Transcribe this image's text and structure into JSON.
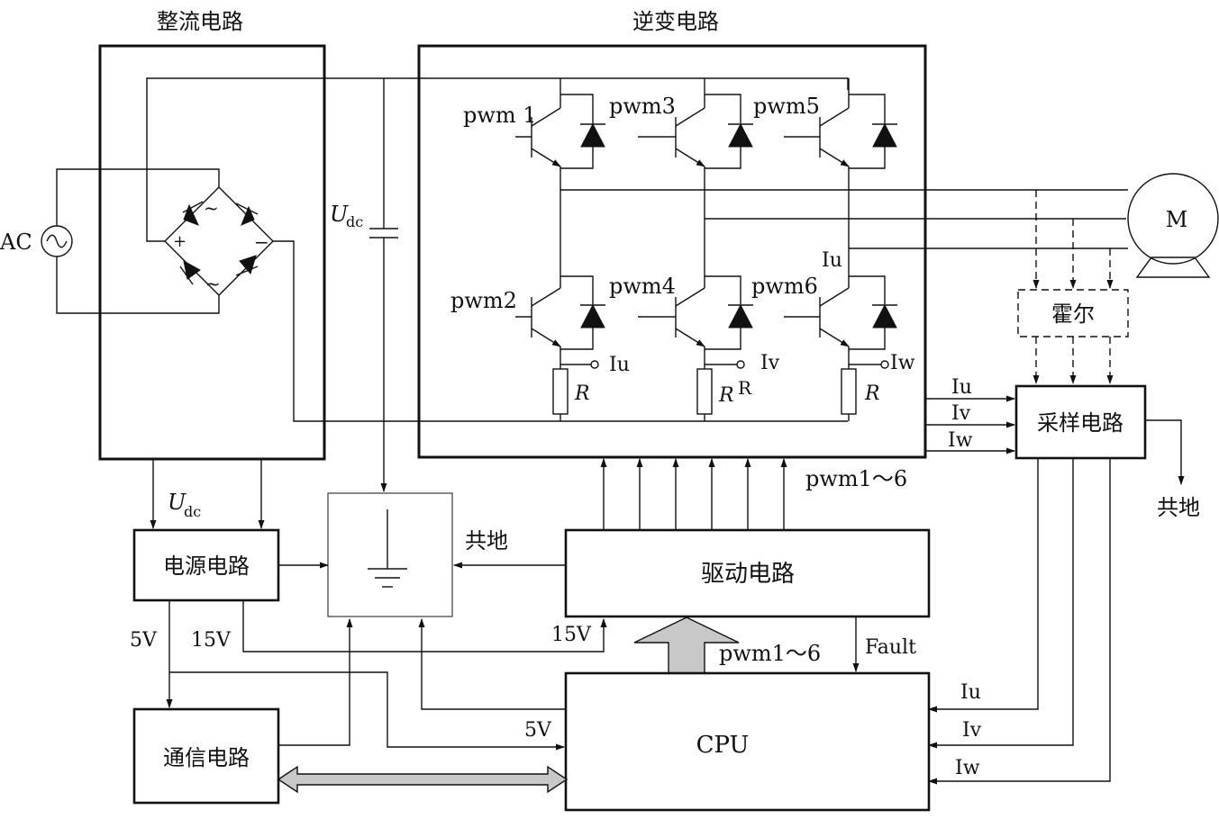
{
  "blocks": {
    "rectifier": "整流电路",
    "inverter": "逆变电路",
    "power": "电源电路",
    "driver": "驱动电路",
    "cpu": "CPU",
    "comm": "通信电路",
    "sampling": "采样电路",
    "hall": "霍尔",
    "motor": "M"
  },
  "labels": {
    "ac": "AC",
    "udc_main": "U",
    "udc_sub": "dc",
    "plus": "+",
    "minus": "−",
    "tilde": "~",
    "pwm1": "pwm 1",
    "pwm2": "pwm2",
    "pwm3": "pwm3",
    "pwm4": "pwm4",
    "pwm5": "pwm5",
    "pwm6": "pwm6",
    "iu": "Iu",
    "iv": "Iv",
    "iw": "Iw",
    "r": "R",
    "r_extra": "R",
    "pwm_bus": "pwm1～6",
    "pwm_cpu": "pwm1～6",
    "common_ground": "共地",
    "common_ground_out": "共地",
    "v5_left": "5V",
    "v15_left": "15V",
    "v15_driver": "15V",
    "v5_cpu": "5V",
    "fault": "Fault"
  }
}
